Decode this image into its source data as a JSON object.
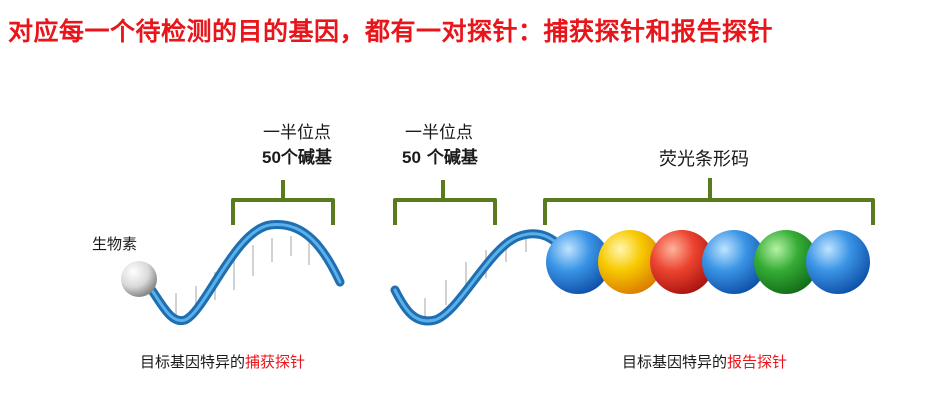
{
  "title": "对应每一个待检测的目的基因，都有一对探针：捕获探针和报告探针",
  "capture_probe": {
    "half_site_line1": "一半位点",
    "half_site_count": "50",
    "half_site_unit": "个碱基",
    "biotin_label": "生物素",
    "caption_prefix": "目标基因特异的",
    "caption_highlight": "捕获探针"
  },
  "reporter_probe": {
    "half_site_line1": "一半位点",
    "half_site_count": "50",
    "half_site_unit": " 个碱基",
    "barcode_label": "荧光条形码",
    "caption_prefix": "目标基因特异的",
    "caption_highlight": "报告探针"
  },
  "colors": {
    "title": "#e8151b",
    "bracket": "#5a7a1e",
    "ribbon": "#2e86c1",
    "bead_blue": "#2f7fd6",
    "bead_yellow": "#f5c000",
    "bead_red": "#e8322a",
    "bead_green": "#2ea02e",
    "biotin": "#d8d8d8"
  },
  "barcode_beads": [
    "blue",
    "yellow",
    "red",
    "blue",
    "green",
    "blue"
  ]
}
